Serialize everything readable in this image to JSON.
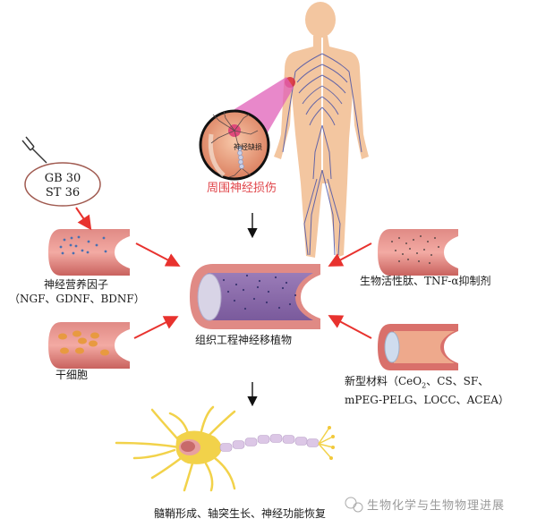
{
  "diagram": {
    "title": "Peripheral nerve injury repair via tissue-engineered nerve grafts",
    "injury": {
      "label": "周围神经损伤",
      "inset_label": "神经缺损"
    },
    "acupoints": {
      "lines": [
        "GB 30",
        "ST 36"
      ]
    },
    "inputs": [
      {
        "id": "neurotrophic",
        "title": "神经营养因子",
        "subtitle": "（NGF、GDNF、BDNF）"
      },
      {
        "id": "stem-cells",
        "title": "干细胞"
      },
      {
        "id": "bioactive",
        "title": "生物活性肽、TNF-α抑制剂"
      },
      {
        "id": "materials",
        "title_prefix": "新型材料（CeO",
        "subscript": "2",
        "title_suffix": "、CS、SF、",
        "line2": "mPEG-PELG、LOCC、ACEA）"
      }
    ],
    "graft": {
      "label": "组织工程神经移植物"
    },
    "outcome": {
      "label": "髓鞘形成、轴突生长、神经功能恢复"
    },
    "watermark": {
      "text": "生物化学与生物物理进展"
    },
    "colors": {
      "arrow_red": "#e8322e",
      "conduit": "#d9706b",
      "conduit_light": "#f0a7a0",
      "graft_fill": "#8a6aa8",
      "neuron": "#f2d24a",
      "myelin": "#dcc7e6",
      "body_skin": "#f3c6a0",
      "nerves": "#4b54a8",
      "injury_pink": "#e060b8"
    }
  }
}
